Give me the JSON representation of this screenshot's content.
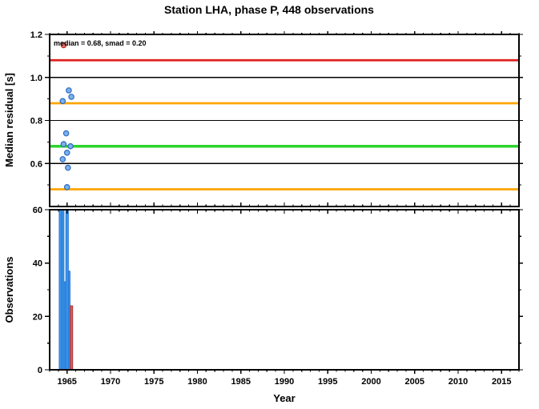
{
  "title": "Station LHA, phase P, 448 observations",
  "colors": {
    "grid": "#000000",
    "frame": "#000000",
    "line_red": "#e02020",
    "line_orange": "#ffa500",
    "line_green": "#2dd42d",
    "point_fill": "#7db0e8",
    "point_stroke": "#2b6bc4",
    "outlier_fill": "#e8736c",
    "outlier_stroke": "#c03028",
    "bar_blue": "#3d95e8",
    "bar_red": "#cd5c5c"
  },
  "chart_data": [
    {
      "type": "scatter",
      "panel": "median-residual",
      "ylabel": "Median residual [s]",
      "ylim": [
        0.4,
        1.2
      ],
      "yticks": [
        [
          0.6,
          "0.6"
        ],
        [
          0.8,
          "0.8"
        ],
        [
          1.0,
          "1.0"
        ],
        [
          1.2,
          "1.2"
        ]
      ],
      "yminor": [
        0.5,
        0.7,
        0.9,
        1.1
      ],
      "grid_y": [
        0.6,
        0.8,
        1.0
      ],
      "xlim": [
        1963,
        2017
      ],
      "annotation": "median = 0.68, smad = 0.20",
      "median": 0.68,
      "smad": 0.2,
      "hlines": [
        {
          "value": 1.08,
          "color": "#e02020",
          "width": 2.8
        },
        {
          "value": 0.88,
          "color": "#ffa500",
          "width": 2.8
        },
        {
          "value": 0.68,
          "color": "#2dd42d",
          "width": 3.6
        },
        {
          "value": 0.48,
          "color": "#ffa500",
          "width": 2.8
        }
      ],
      "points": [
        {
          "x": 1965.2,
          "y": 0.94
        },
        {
          "x": 1965.5,
          "y": 0.91
        },
        {
          "x": 1964.5,
          "y": 0.89
        },
        {
          "x": 1964.9,
          "y": 0.74
        },
        {
          "x": 1964.6,
          "y": 0.69
        },
        {
          "x": 1965.4,
          "y": 0.68
        },
        {
          "x": 1965.0,
          "y": 0.65
        },
        {
          "x": 1964.5,
          "y": 0.62
        },
        {
          "x": 1965.1,
          "y": 0.58
        },
        {
          "x": 1965.0,
          "y": 0.49
        }
      ],
      "outlier": {
        "x": 1964.6,
        "y": 1.15
      }
    },
    {
      "type": "bar",
      "panel": "observations-histogram",
      "ylabel": "Observations",
      "xlabel": "Year",
      "ylim": [
        0,
        60
      ],
      "yticks": [
        [
          0,
          "0"
        ],
        [
          20,
          "20"
        ],
        [
          40,
          "40"
        ],
        [
          60,
          "60"
        ]
      ],
      "yminor": [
        10,
        30,
        50
      ],
      "xlim": [
        1963,
        2017
      ],
      "xticks": [
        [
          1965,
          "1965"
        ],
        [
          1970,
          "1970"
        ],
        [
          1975,
          "1975"
        ],
        [
          1980,
          "1980"
        ],
        [
          1985,
          "1985"
        ],
        [
          1990,
          "1990"
        ],
        [
          1995,
          "1995"
        ],
        [
          2000,
          "2000"
        ],
        [
          2005,
          "2005"
        ],
        [
          2010,
          "2010"
        ],
        [
          2015,
          "2015"
        ]
      ],
      "bars": [
        {
          "year": 1964.1,
          "width": 0.3,
          "count": 60,
          "fill": "#3d95e8",
          "stroke": "#1d6fd0"
        },
        {
          "year": 1964.4,
          "width": 0.25,
          "count": 60,
          "fill": "#3d95e8",
          "stroke": "#1d6fd0"
        },
        {
          "year": 1964.65,
          "width": 0.2,
          "count": 33,
          "fill": "#3d95e8",
          "stroke": "#1d6fd0"
        },
        {
          "year": 1964.85,
          "width": 0.3,
          "count": 60,
          "fill": "#3d95e8",
          "stroke": "#1d6fd0"
        },
        {
          "year": 1965.15,
          "width": 0.2,
          "count": 37,
          "fill": "#3d95e8",
          "stroke": "#1d6fd0"
        },
        {
          "year": 1965.35,
          "width": 0.3,
          "count": 24,
          "fill": "#cd5c5c",
          "stroke": "#a03030"
        }
      ]
    }
  ]
}
